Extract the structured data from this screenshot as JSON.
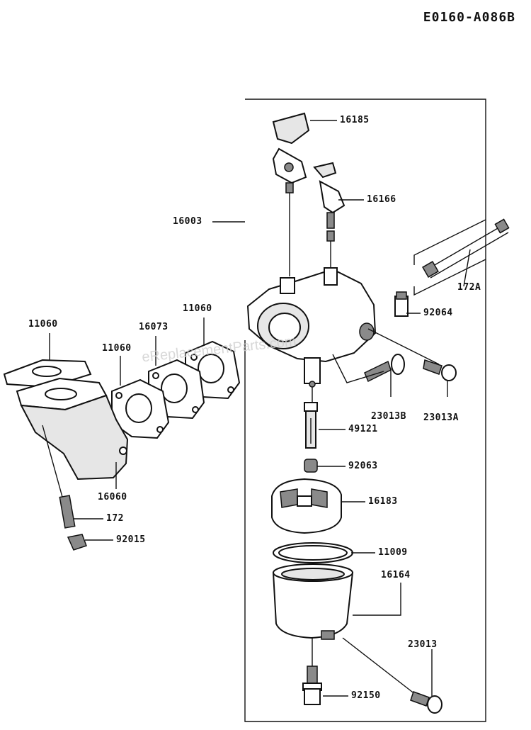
{
  "diagram_code": "E0160-A086B",
  "watermark": "eReplacementParts.com",
  "part_labels": {
    "p16185": "16185",
    "p16003": "16003",
    "p16166": "16166",
    "p172A": "172A",
    "p92064": "92064",
    "p11060_top_right": "11060",
    "p11060_left": "11060",
    "p16073": "16073",
    "p11060_mid": "11060",
    "p23013B": "23013B",
    "p23013A": "23013A",
    "p49121": "49121",
    "p16060": "16060",
    "p92063": "92063",
    "p16183": "16183",
    "p172": "172",
    "p92015": "92015",
    "p11009": "11009",
    "p16164": "16164",
    "p23013": "23013",
    "p92150": "92150"
  }
}
